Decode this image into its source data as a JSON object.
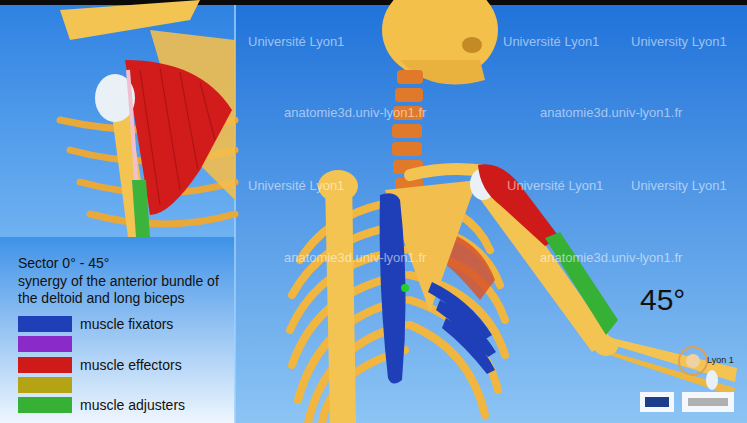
{
  "diagram": {
    "labels": [
      "Université Lyon1",
      "Université Lyon1",
      "University Lyon1",
      "anatomie3d.univ-lyon1.fr",
      "anatomie3d.univ-lyon1.fr",
      "Université Lyon1",
      "Université Lyon1",
      "University Lyon1",
      "anatomie3d.univ-lyon1.fr",
      "anatomie3d.univ-lyon1.fr",
      "Sector 0° - 45°",
      "synergy of the anterior bundle of the deltoid and long biceps",
      "45°",
      "Lyon 1"
    ],
    "legend": [
      {
        "text": "muscle fixators",
        "color": "#1f3fb8"
      },
      {
        "text": "muscle effectors",
        "color": "#cf1a1a"
      },
      {
        "text": "muscle adjusters",
        "color": "#36b136"
      }
    ]
  }
}
